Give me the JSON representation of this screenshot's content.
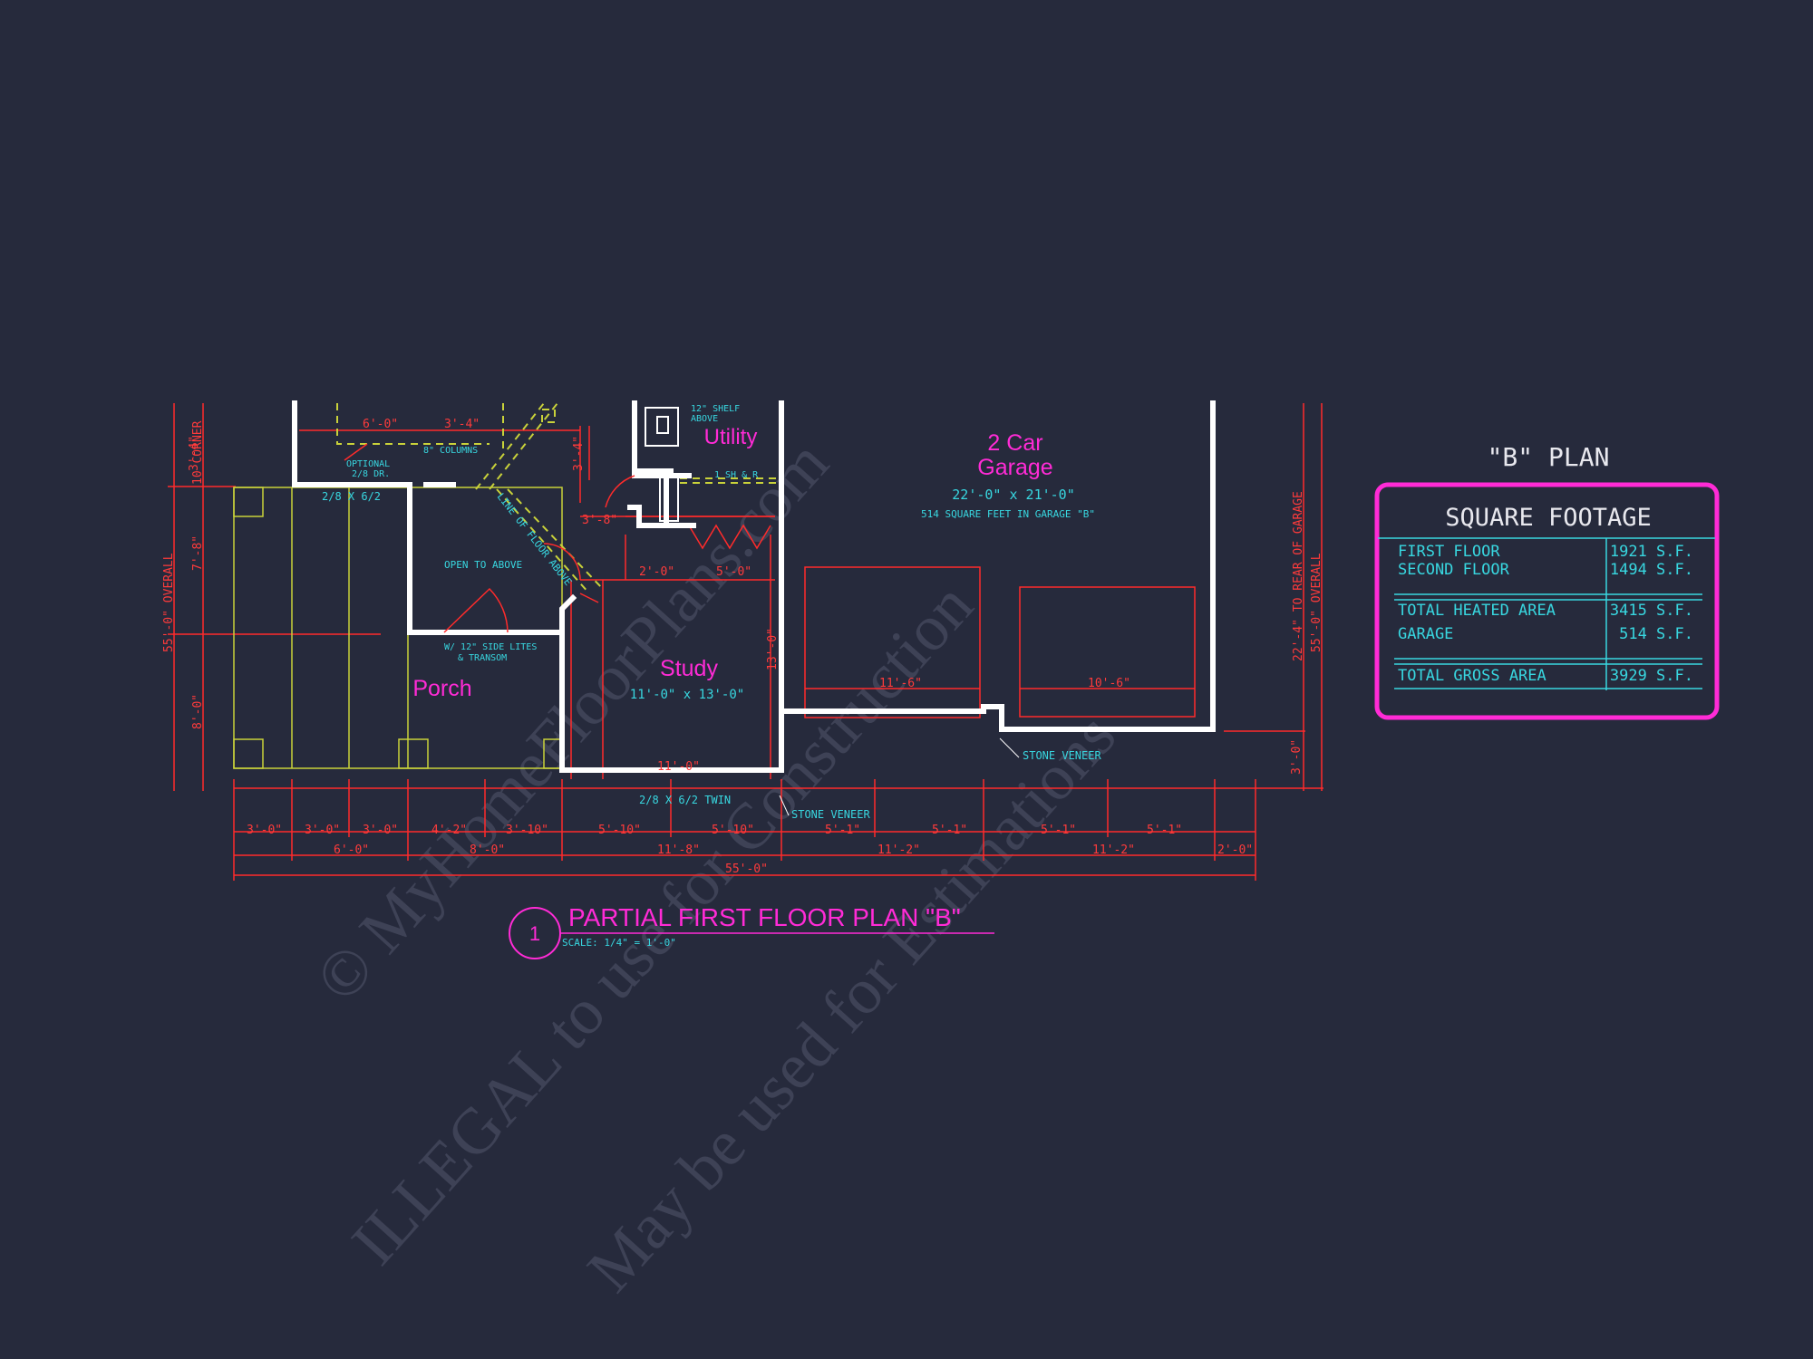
{
  "watermark": {
    "line1": "© MyHomeFloorPlans.com",
    "line2": "ILLEGAL to use for Construction",
    "line3": "May be used for Estimations"
  },
  "rooms": {
    "utility": "Utility",
    "garage_line1": "2 Car",
    "garage_line2": "Garage",
    "garage_size": "22'-0\" x 21'-0\"",
    "garage_note": "514 SQUARE FEET IN GARAGE \"B\"",
    "study": "Study",
    "study_size": "11'-0\" x 13'-0\"",
    "porch": "Porch"
  },
  "notes": {
    "shelf": "12\" SHELF",
    "shelf2": "ABOVE",
    "optional_dr": "OPTIONAL",
    "optional_dr2": "2/8 DR.",
    "columns": "8\" COLUMNS",
    "line_of_floor": "LINE OF FLOOR ABOVE",
    "open_to_above": "OPEN TO ABOVE",
    "door_2868": "2/8 X 6/2",
    "side_lites": "W/ 12\" SIDE LITES",
    "transom": "& TRANSOM",
    "sh_r": "1 SH & R",
    "twin_door": "2/8 X 6/2 TWIN",
    "stone_veneer_1": "STONE VENEER",
    "stone_veneer_2": "STONE VENEER",
    "overall_left": "55'-0\" OVERALL",
    "to_corner": "10 CORNER",
    "overall_right": "55'-0\" OVERALL",
    "to_rear_garage": "22'-4\" TO REAR OF GARAGE"
  },
  "dimensions": {
    "top_60": "6'-0\"",
    "top_34": "3'-4\"",
    "d38": "3'-8\"",
    "d34v": "3'-4\"",
    "d20": "2'-0\"",
    "d50": "5'-0\"",
    "d1111": "11'-6\"",
    "d106": "10'-6\"",
    "d1180": "13'-0\"",
    "d11s": "11'-0\"",
    "row1": [
      "3'-0\"",
      "3'-0\"",
      "3'-0\"",
      "4'-2\"",
      "3'-10\"",
      "5'-10\"",
      "5'-10\"",
      "5'-1\"",
      "5'-1\"",
      "5'-1\"",
      "5'-1\""
    ],
    "row2": [
      "6'-0\"",
      "8'-0\"",
      "11'-8\"",
      "11'-2\"",
      "11'-2\"",
      "2'-0\""
    ],
    "row3": "55'-0\"",
    "left_v": [
      "3'-4\"",
      "7'-8\"",
      "8'-0\""
    ],
    "right_v": [
      "3'-0\""
    ]
  },
  "title_block": {
    "number": "1",
    "title": "PARTIAL FIRST  FLOOR PLAN \"B\"",
    "scale": "SCALE: 1/4\" = 1'-0\""
  },
  "plan_label": "\"B\" PLAN",
  "square_footage": {
    "heading": "SQUARE FOOTAGE",
    "rows": [
      {
        "label": "FIRST FLOOR",
        "value": "1921 S.F."
      },
      {
        "label": "SECOND FLOOR",
        "value": "1494 S.F."
      },
      {
        "label": "TOTAL HEATED AREA",
        "value": "3415 S.F."
      },
      {
        "label": "GARAGE",
        "value": "514 S.F."
      },
      {
        "label": "TOTAL GROSS AREA",
        "value": "3929 S.F."
      }
    ]
  },
  "colors": {
    "background": "#262a3c",
    "wall": "#ffffff",
    "dimension": "#ff2b2b",
    "annotation": "#38d7e0",
    "room_label": "#ff2bd6",
    "porch_outline": "#c9d23a",
    "watermark": "#3e4256"
  }
}
